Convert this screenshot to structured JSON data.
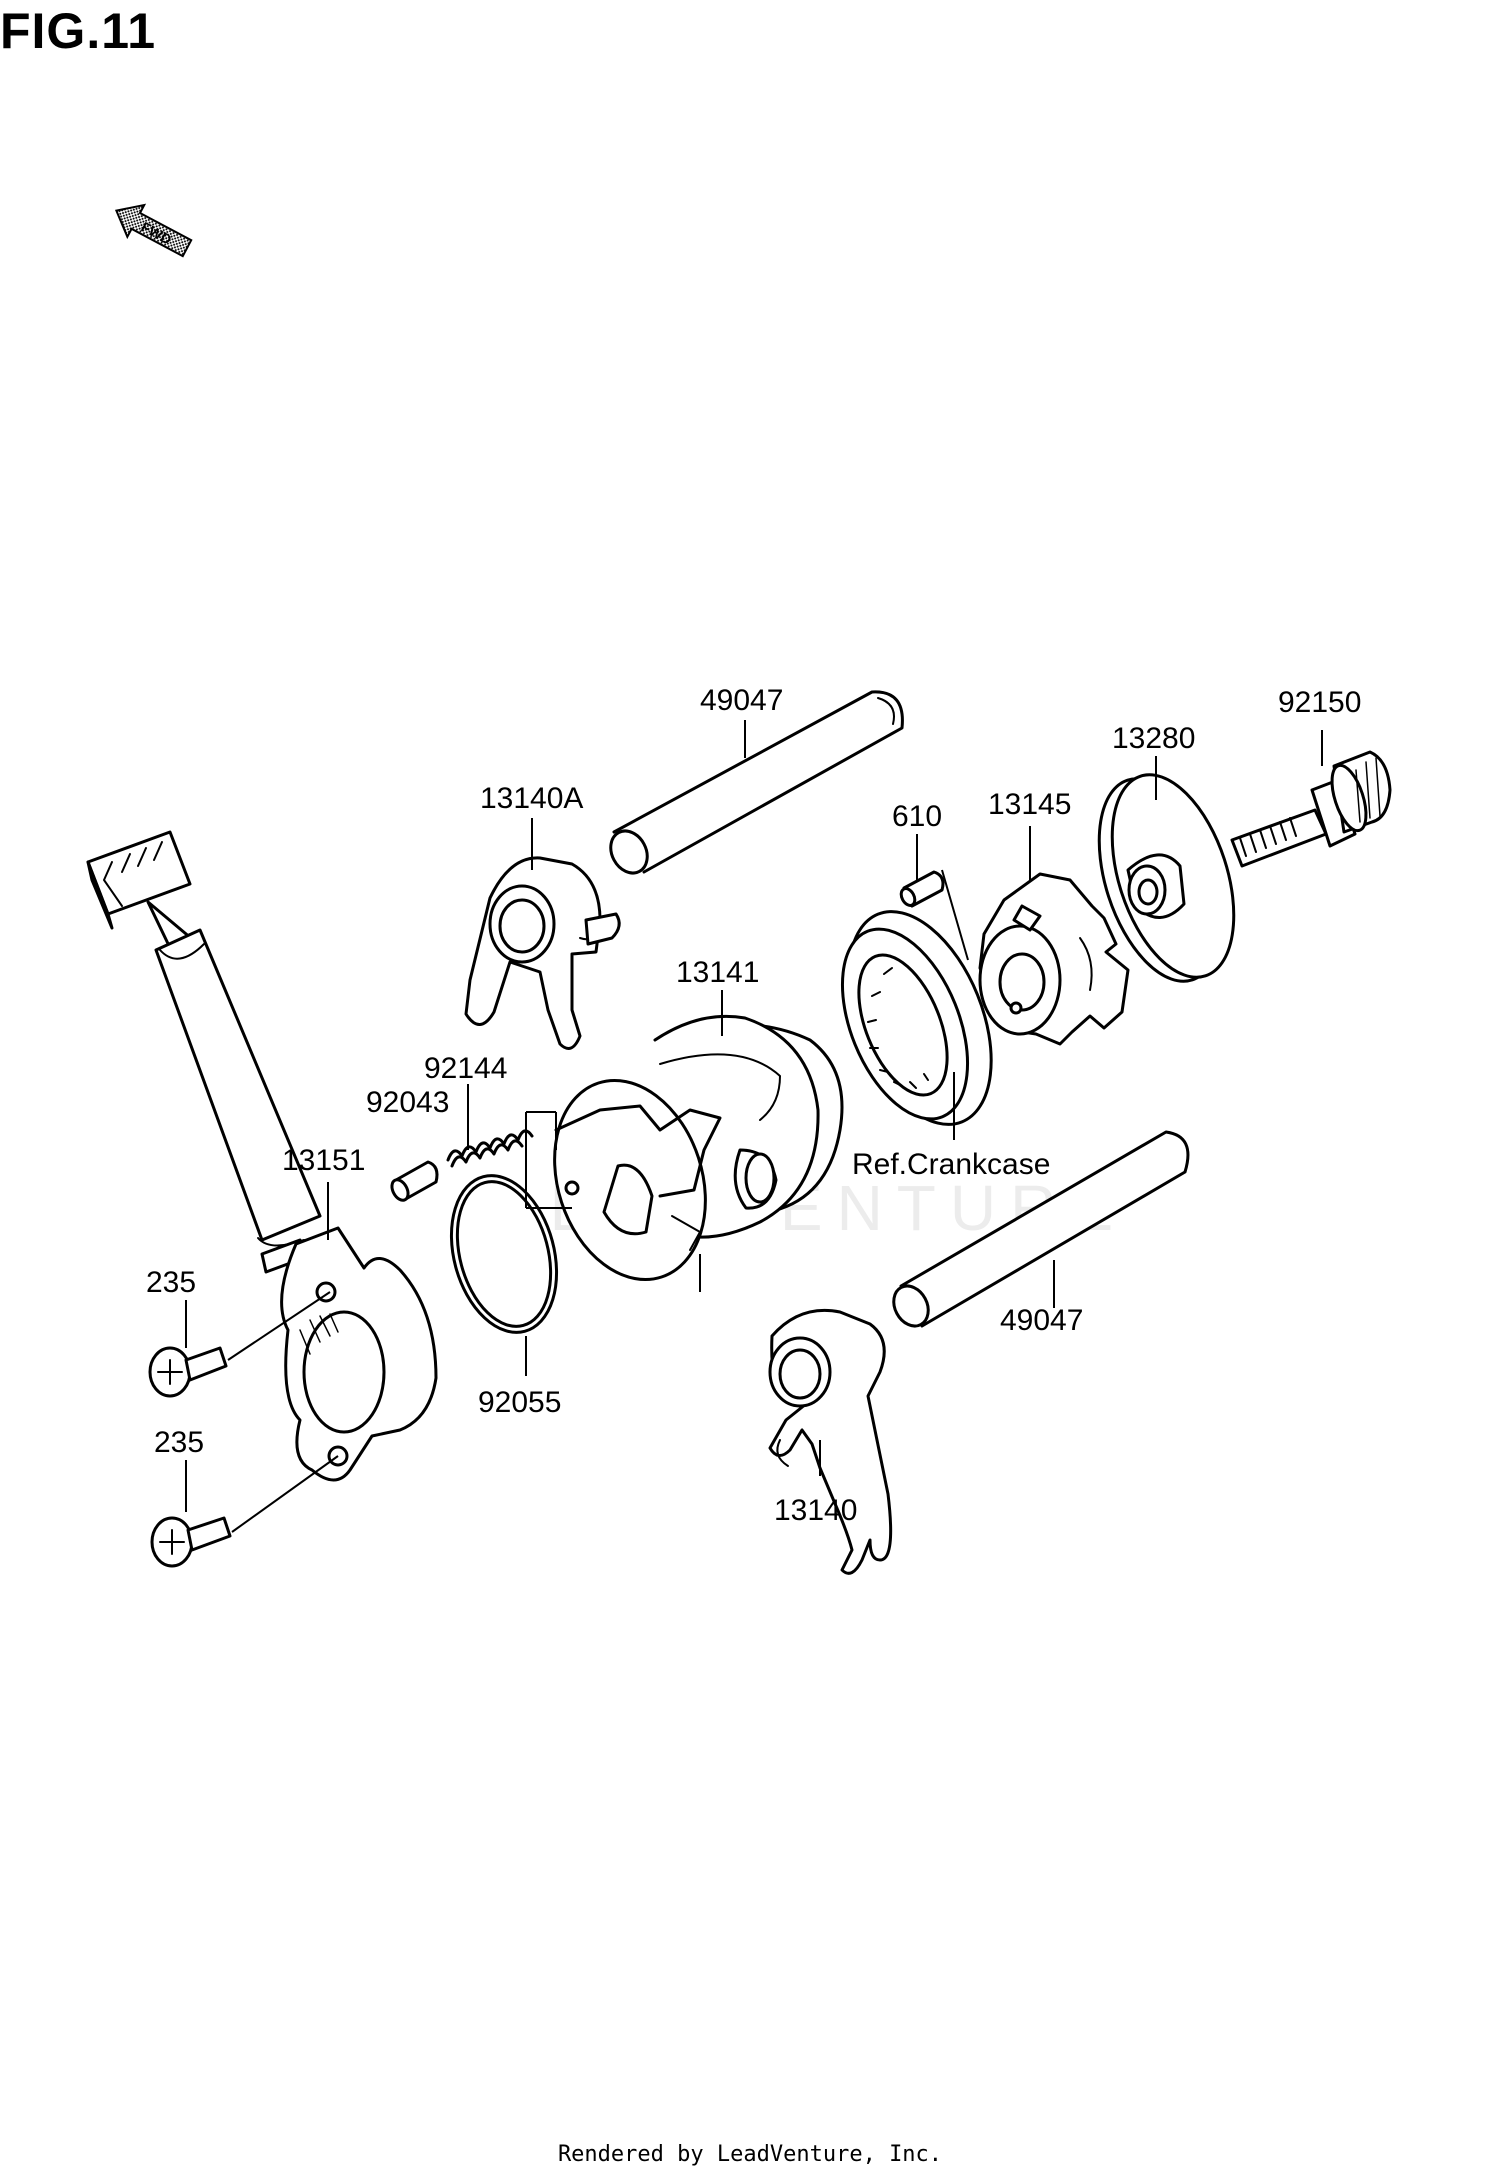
{
  "figure": {
    "title": "FIG.11",
    "fwd_label": "FWD"
  },
  "watermark": "LEADVENTURE",
  "footer": "Rendered by LeadVenture, Inc.",
  "callouts": {
    "shaft_upper": "49047",
    "bolt": "92150",
    "plate": "13280",
    "fork_upper": "13140A",
    "pin": "610",
    "holder": "13145",
    "drum": "13141",
    "spring": "92144",
    "detent_pin": "92043",
    "sensor": "13151",
    "bearing_note": "Ref.Crankcase",
    "shaft_lower": "49047",
    "screw_upper": "235",
    "oring": "92055",
    "screw_lower": "235",
    "fork_lower": "13140"
  }
}
